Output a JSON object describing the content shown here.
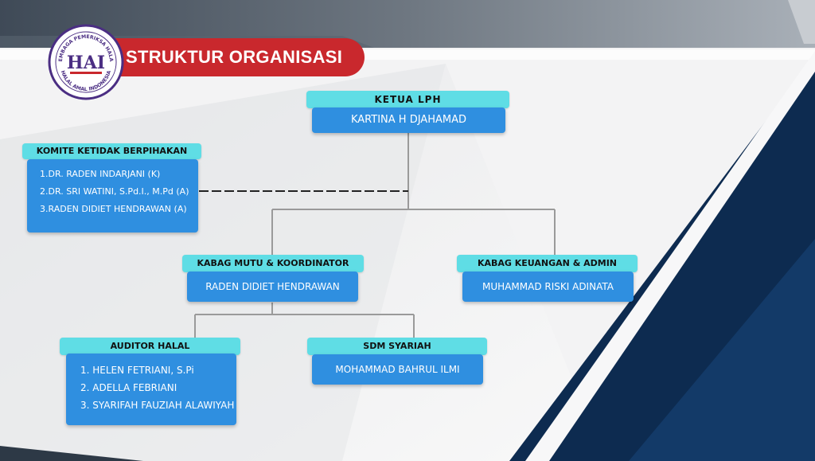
{
  "header": {
    "title": "STRUKTUR ORGANISASI"
  },
  "logo": {
    "icon": "lph-hai-logo-icon",
    "monogram": "HAI",
    "arc_top": "LEMBAGA PEMERIKSA HALAL",
    "arc_bottom": "HALAL AMAL INDONESIA"
  },
  "colors": {
    "header_red": "#c9282d",
    "node_head_cyan": "#5fdde5",
    "node_body_blue": "#2f8fe0",
    "navy": "#0d2b50",
    "connector": "#9a9a9a"
  },
  "org": {
    "ketua": {
      "title": "KETUA LPH",
      "name": "KARTINA H DJAHAMAD"
    },
    "komite": {
      "title": "KOMITE KETIDAK BERPIHAKAN",
      "members": [
        "1.DR. RADEN INDARJANI (K)",
        "2.DR. SRI WATINI, S.Pd.I., M.Pd (A)",
        "3.RADEN DIDIET HENDRAWAN (A)"
      ]
    },
    "mutu": {
      "title": "KABAG MUTU & KOORDINATOR",
      "name": "RADEN DIDIET HENDRAWAN"
    },
    "keuangan": {
      "title": "KABAG KEUANGAN & ADMIN",
      "name": "MUHAMMAD RISKI ADINATA"
    },
    "auditor": {
      "title": "AUDITOR HALAL",
      "members": [
        "1. HELEN FETRIANI, S.Pi",
        "2. ADELLA FEBRIANI",
        "3. SYARIFAH FAUZIAH ALAWIYAH"
      ]
    },
    "sdm": {
      "title": "SDM SYARIAH",
      "name": "MOHAMMAD BAHRUL ILMI"
    }
  }
}
